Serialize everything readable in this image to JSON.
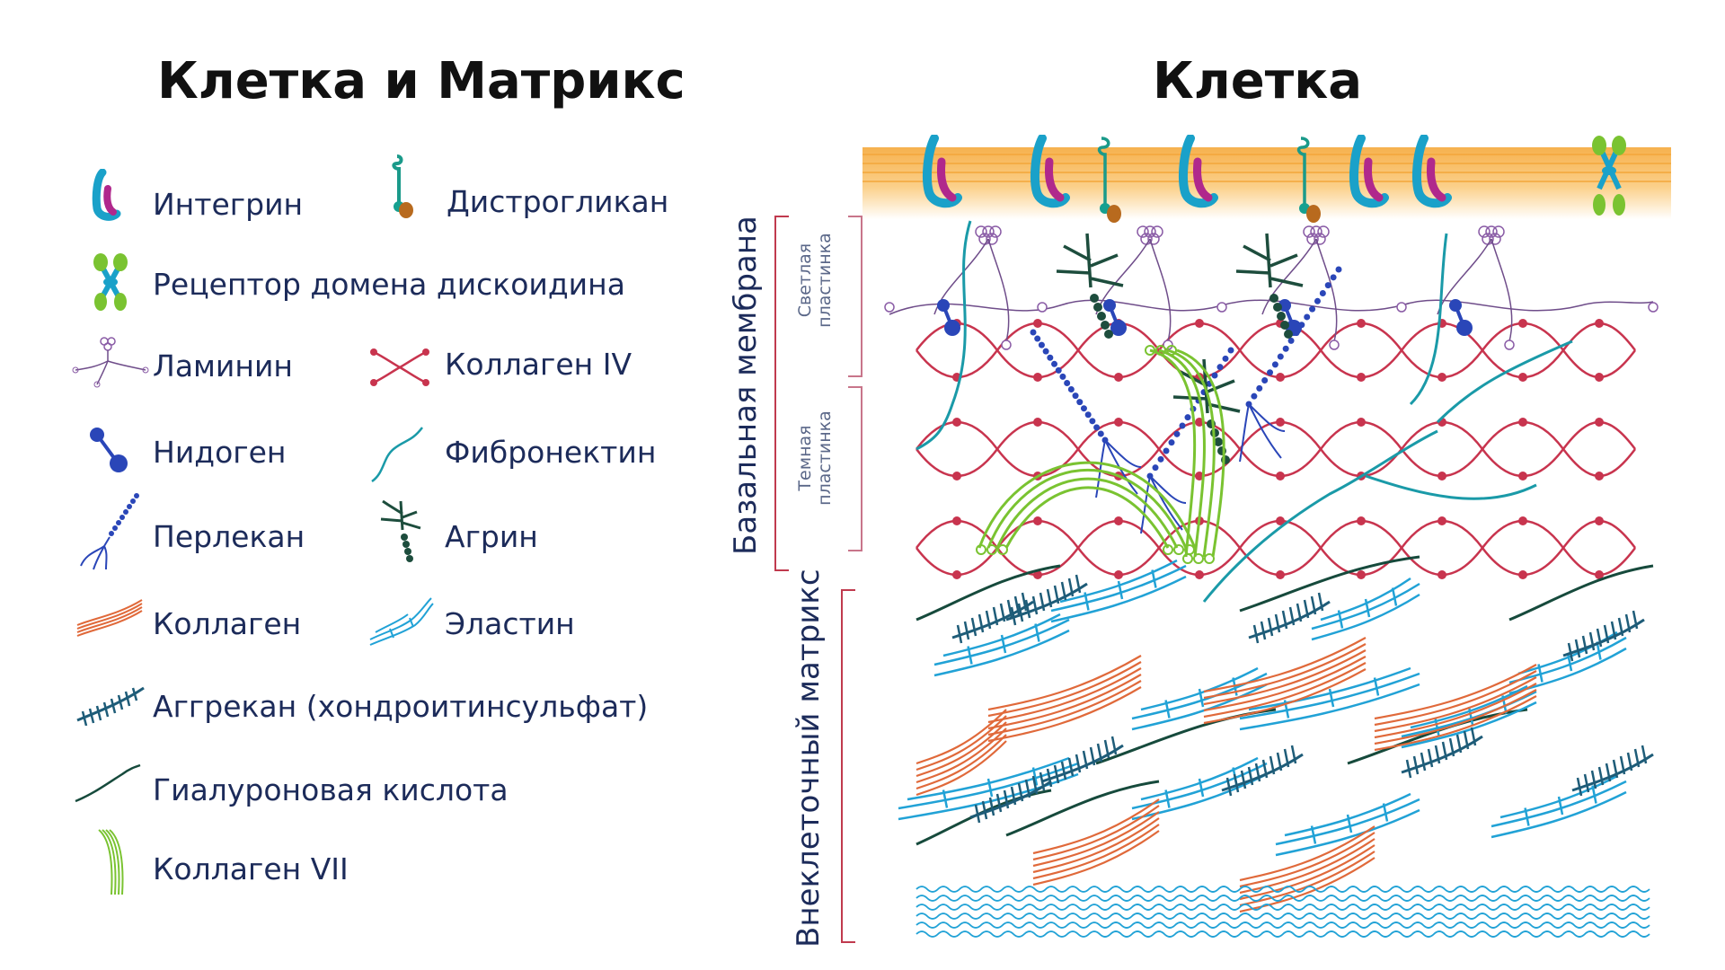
{
  "titles": {
    "left": "Клетка и Матрикс",
    "right": "Клетка"
  },
  "legend": [
    {
      "name": "integrin",
      "label": "Интегрин",
      "icon": "integrin-icon"
    },
    {
      "name": "dystroglycan",
      "label": "Дистрогликан",
      "icon": "dystroglycan-icon"
    },
    {
      "name": "discoidin-receptor",
      "label": "Рецептор домена дискоидина",
      "icon": "discoidin-receptor-icon"
    },
    {
      "name": "laminin",
      "label": "Ламинин",
      "icon": "laminin-icon"
    },
    {
      "name": "collagen-iv",
      "label": "Коллаген IV",
      "icon": "collagen-iv-icon"
    },
    {
      "name": "nidogen",
      "label": "Нидоген",
      "icon": "nidogen-icon"
    },
    {
      "name": "fibronectin",
      "label": "Фибронектин",
      "icon": "fibronectin-icon"
    },
    {
      "name": "perlecan",
      "label": "Перлекан",
      "icon": "perlecan-icon"
    },
    {
      "name": "agrin",
      "label": "Агрин",
      "icon": "agrin-icon"
    },
    {
      "name": "collagen",
      "label": "Коллаген",
      "icon": "collagen-icon"
    },
    {
      "name": "elastin",
      "label": "Эластин",
      "icon": "elastin-icon"
    },
    {
      "name": "aggrecan",
      "label": "Аггрекан (хондроитинсульфат)",
      "icon": "aggrecan-icon"
    },
    {
      "name": "hyaluronic-acid",
      "label": "Гиалуроновая кислота",
      "icon": "hyaluronic-acid-icon"
    },
    {
      "name": "collagen-vii",
      "label": "Коллаген VII",
      "icon": "collagen-vii-icon"
    }
  ],
  "side_labels": {
    "basement_membrane": "Базальная мембрана",
    "light_plate": "Светлая пластинка",
    "dark_plate": "Темная пластинка",
    "ecm": "Внеклеточный матрикс"
  },
  "colors": {
    "membrane": "#f8b85a",
    "integrin_a": "#1aa1c9",
    "integrin_b": "#b0288c",
    "collagen_iv": "#c8344e",
    "nidogen": "#2a46b8",
    "fibronectin": "#1a9aa8",
    "agrin": "#1d4d3d",
    "collagen": "#e0693a",
    "elastin": "#21a2d6",
    "aggrecan": "#1e5c78",
    "hyaluronic": "#164a3c",
    "collagen_vii": "#7ac331",
    "laminin": "#8a5ca6"
  }
}
